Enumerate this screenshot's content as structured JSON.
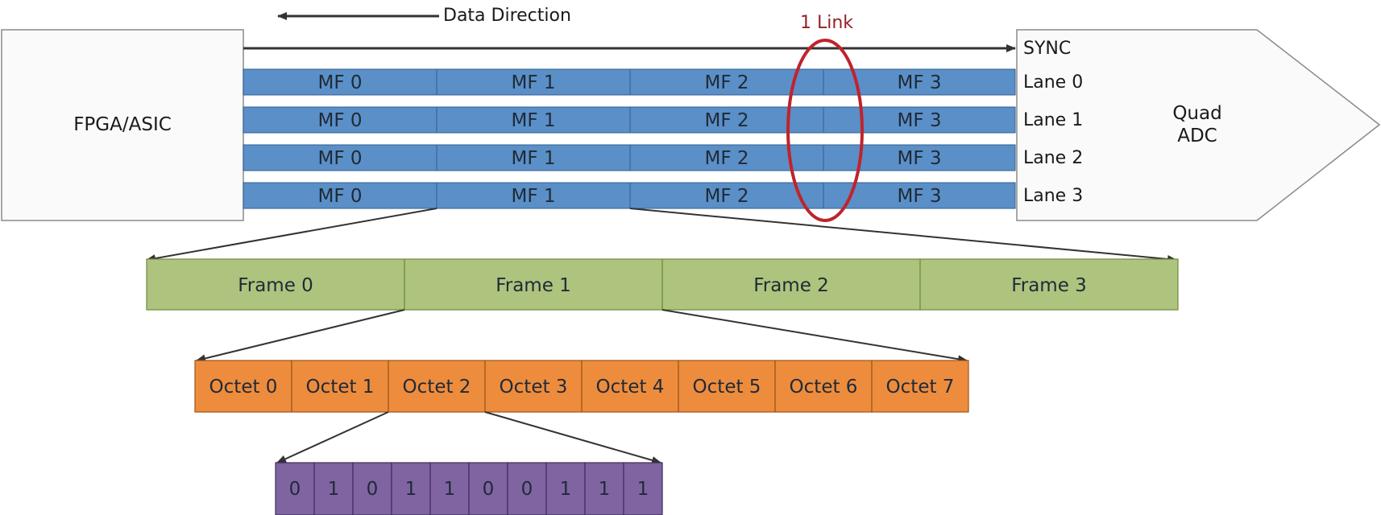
{
  "direction_label": "Data Direction",
  "link_label": "1 Link",
  "fpga_label": "FPGA/ASIC",
  "adc_label_line1": "Quad",
  "adc_label_line2": "ADC",
  "sync_label": "SYNC",
  "lanes": [
    {
      "name": "Lane 0",
      "multiframes": [
        "MF 0",
        "MF 1",
        "MF 2",
        "MF 3"
      ]
    },
    {
      "name": "Lane 1",
      "multiframes": [
        "MF 0",
        "MF 1",
        "MF 2",
        "MF 3"
      ]
    },
    {
      "name": "Lane 2",
      "multiframes": [
        "MF 0",
        "MF 1",
        "MF 2",
        "MF 3"
      ]
    },
    {
      "name": "Lane 3",
      "multiframes": [
        "MF 0",
        "MF 1",
        "MF 2",
        "MF 3"
      ]
    }
  ],
  "frames": [
    "Frame 0",
    "Frame 1",
    "Frame 2",
    "Frame 3"
  ],
  "octets": [
    "Octet 0",
    "Octet 1",
    "Octet 2",
    "Octet 3",
    "Octet 4",
    "Octet 5",
    "Octet 6",
    "Octet 7"
  ],
  "bits": [
    "0",
    "1",
    "0",
    "1",
    "1",
    "0",
    "0",
    "1",
    "1",
    "1"
  ],
  "colors": {
    "multiframe": "#5b8fc7",
    "frame": "#aec37e",
    "octet": "#ee8c3e",
    "bit": "#8064a2",
    "link_ellipse": "#c0232c"
  }
}
